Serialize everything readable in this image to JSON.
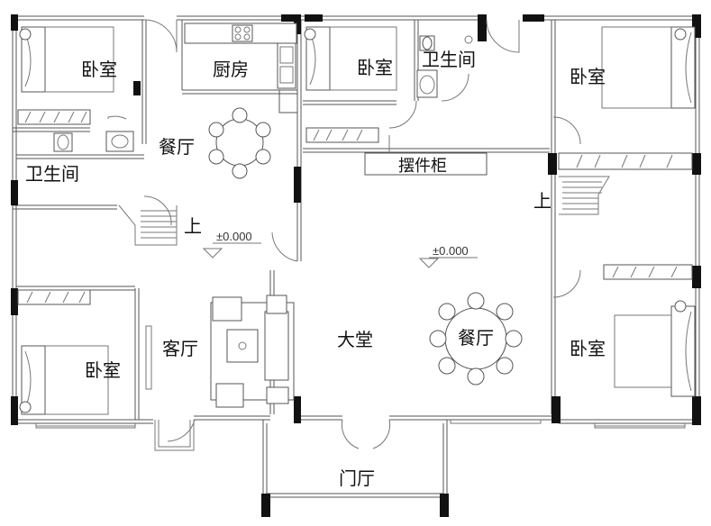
{
  "plan": {
    "rooms": {
      "bedroom_top_left": "卧室",
      "kitchen": "厨房",
      "bedroom_top_mid": "卧室",
      "bath_top": "卫生间",
      "bedroom_top_right": "卧室",
      "dining_top": "餐厅",
      "bath_left": "卫生间",
      "display_cabinet": "摆件柜",
      "bedroom_bottom_left": "卧室",
      "living_room": "客厅",
      "main_hall": "大堂",
      "dining_main": "餐厅",
      "bedroom_bottom_right": "卧室",
      "foyer": "门厅"
    },
    "stairs_up_left": "上",
    "stairs_up_right": "上",
    "level_left": "±0.000",
    "level_center": "±0.000"
  }
}
